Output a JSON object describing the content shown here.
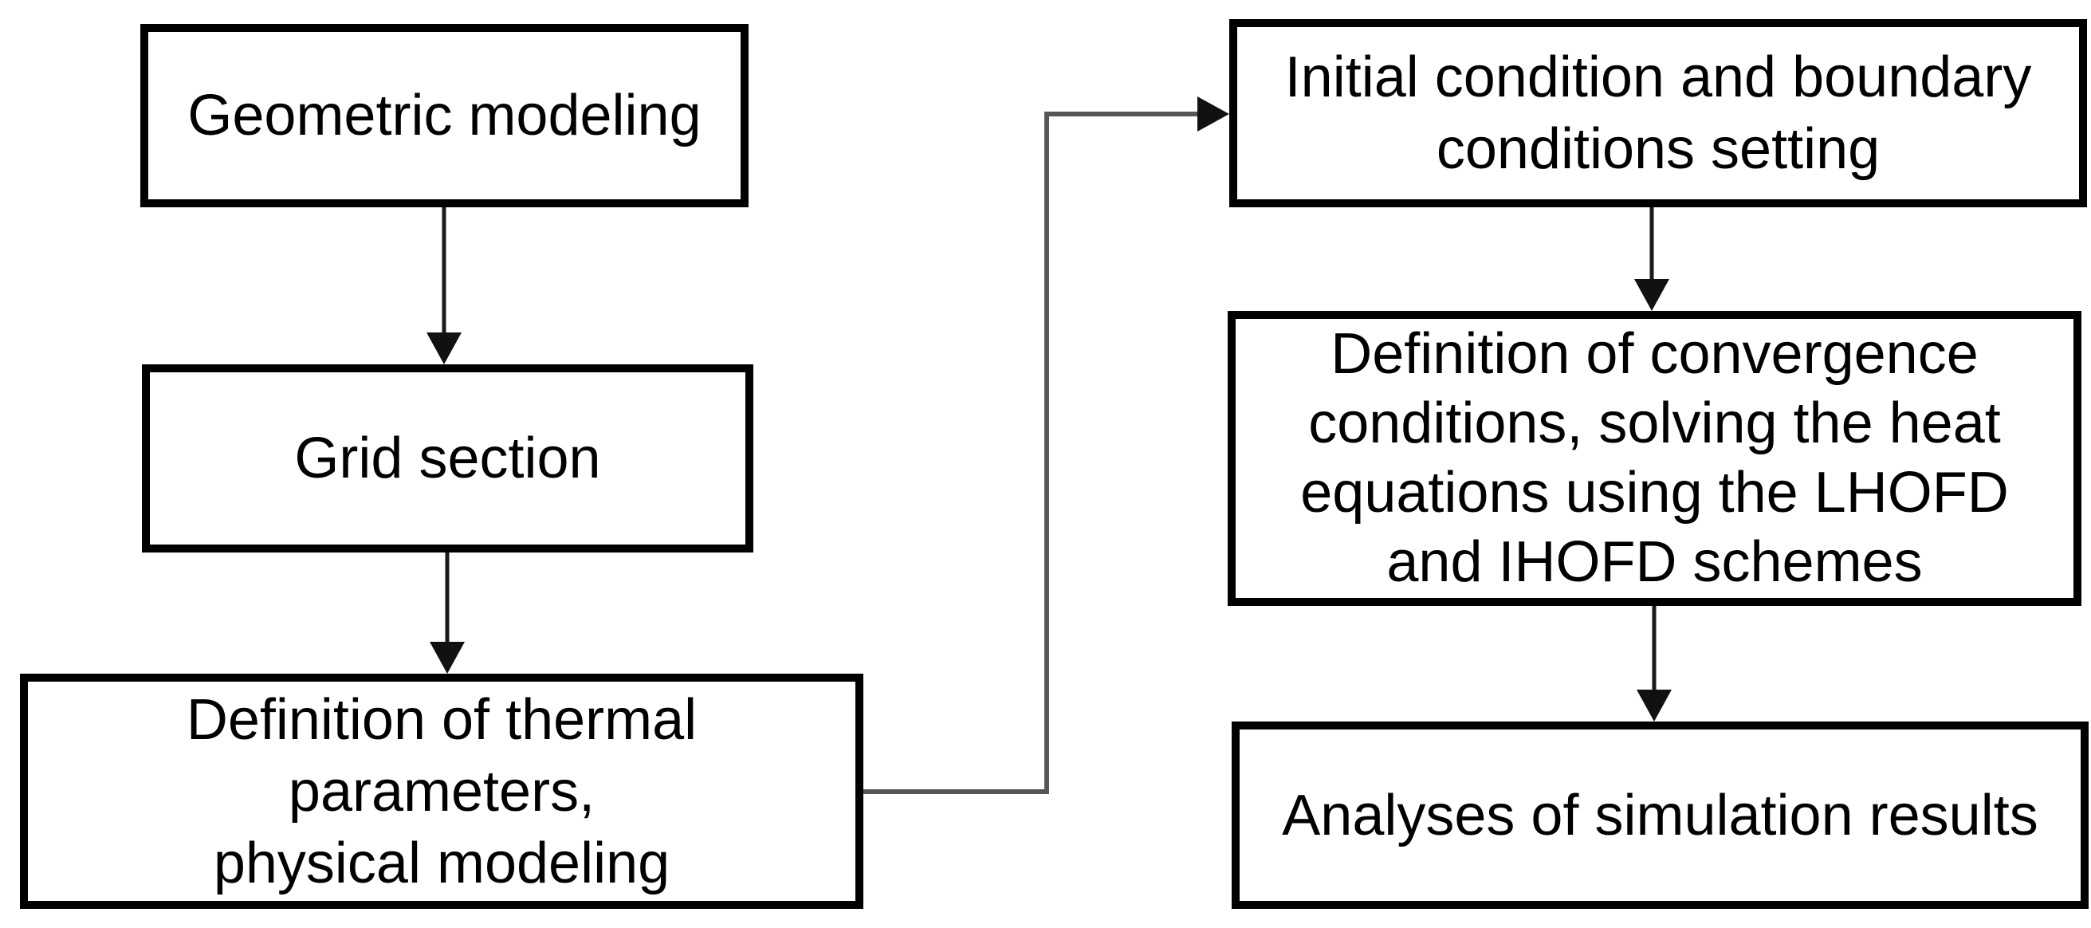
{
  "diagram": {
    "type": "flowchart",
    "boxes": {
      "geometric_modeling": {
        "lines": [
          "Geometric modeling"
        ]
      },
      "grid_section": {
        "lines": [
          "Grid section"
        ]
      },
      "thermal_parameters": {
        "lines": [
          "Definition of thermal",
          "parameters,",
          "physical modeling"
        ]
      },
      "initial_boundary": {
        "lines": [
          "Initial condition and boundary",
          "conditions setting"
        ]
      },
      "convergence_solving": {
        "lines": [
          "Definition of convergence",
          "conditions, solving the heat",
          "equations using the LHOFD",
          "and IHOFD schemes"
        ]
      },
      "analyses_results": {
        "lines": [
          "Analyses of simulation results"
        ]
      }
    },
    "edges": [
      {
        "from": "geometric_modeling",
        "to": "grid_section"
      },
      {
        "from": "grid_section",
        "to": "thermal_parameters"
      },
      {
        "from": "thermal_parameters",
        "to": "initial_boundary"
      },
      {
        "from": "initial_boundary",
        "to": "convergence_solving"
      },
      {
        "from": "convergence_solving",
        "to": "analyses_results"
      }
    ],
    "colors": {
      "box_border": "#000000",
      "box_fill": "#ffffff",
      "text": "#000000",
      "arrow_line": "#1a1a1a",
      "elbow_line": "#565656",
      "arrowhead": "#111111"
    }
  }
}
